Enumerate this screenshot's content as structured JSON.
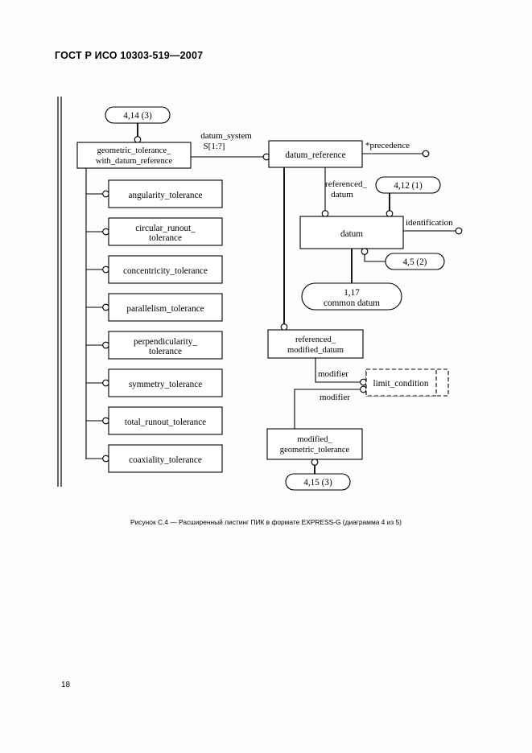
{
  "document": {
    "header": "ГОСТ Р ИСО 10303-519—2007",
    "page_number": "18",
    "figure_caption": "Рисунок С.4 — Расширенный листинг ПИК в формате EXPRESS-G (диаграмма 4 из 5)"
  },
  "colors": {
    "ink": "#000000",
    "paper": "#fdfdfd"
  },
  "diagram": {
    "type": "EXPRESS-G entity-relationship diagram",
    "entities": {
      "geometric_tolerance_with_datum_reference": {
        "line1": "geometric_tolerance_",
        "line2": "with_datum_reference"
      },
      "datum_reference": {
        "line1": "datum_reference"
      },
      "datum": {
        "line1": "datum"
      },
      "referenced_modified_datum": {
        "line1": "referenced_",
        "line2": "modified_datum"
      },
      "limit_condition": {
        "line1": "limit_condition"
      },
      "modified_geometric_tolerance": {
        "line1": "modified_",
        "line2": "geometric_tolerance"
      }
    },
    "subtypes": [
      {
        "line1": "angularity_tolerance",
        "line2": ""
      },
      {
        "line1": "circular_runout_",
        "line2": "tolerance"
      },
      {
        "line1": "concentricity_tolerance",
        "line2": ""
      },
      {
        "line1": "parallelism_tolerance",
        "line2": ""
      },
      {
        "line1": "perpendicularity_",
        "line2": "tolerance"
      },
      {
        "line1": "symmetry_tolerance",
        "line2": ""
      },
      {
        "line1": "total_runout_tolerance",
        "line2": ""
      },
      {
        "line1": "coaxiality_tolerance",
        "line2": ""
      }
    ],
    "page_refs": {
      "ref_top": "4,14 (3)",
      "ref_datum_12": "4,12 (1)",
      "ref_datum_5": "4,5 (2)",
      "ref_bottom": "4,15 (3)"
    },
    "common_datum": {
      "line1": "1,17",
      "line2": "common  datum"
    },
    "attributes": {
      "datum_system_l1": "datum_system",
      "datum_system_l2": "S[1:?]",
      "precedence": "*precedence",
      "referenced_datum_l1": "referenced_",
      "referenced_datum_l2": "datum",
      "identification": "identification",
      "modifier_1": "modifier",
      "modifier_2": "modifier"
    }
  }
}
